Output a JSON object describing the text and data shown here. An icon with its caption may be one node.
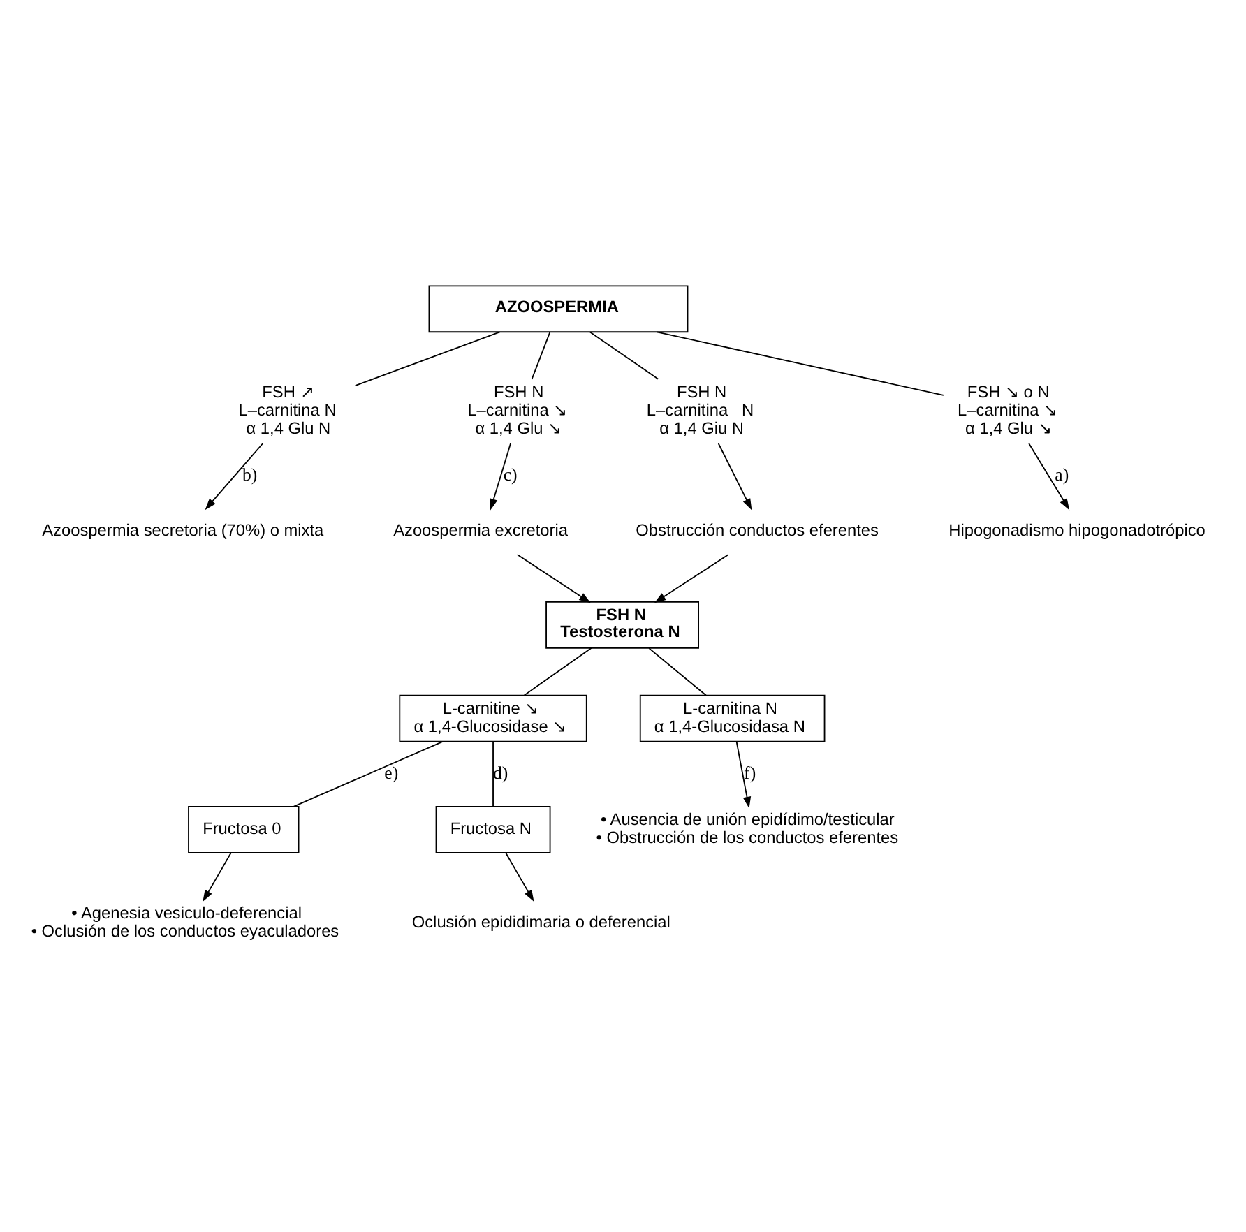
{
  "diagram": {
    "nodes": [
      {
        "text": [
          "AZOOSPERMIA"
        ]
      },
      {
        "text": [
          "FSH ↗",
          "L–carnitina N",
          "α 1,4 Glu N"
        ]
      },
      {
        "text": [
          "FSH N",
          "L–carnitina ↘",
          "α 1,4 Glu ↘"
        ]
      },
      {
        "text": [
          "FSH N",
          "L–carnitina   N",
          "α 1,4 Giu N"
        ]
      },
      {
        "text": [
          "FSH ↘ o N",
          "L–carnitina ↘",
          "α 1,4 Glu ↘"
        ]
      },
      {
        "text": [
          "Azoospermia secretoria (70%) o mixta"
        ]
      },
      {
        "text": [
          "Azoospermia excretoria"
        ]
      },
      {
        "text": [
          "Obstrucción conductos eferentes"
        ]
      },
      {
        "text": [
          "Hipogonadismo hipogonadotrópico"
        ]
      },
      {
        "text": [
          "FSH N",
          "Testosterona N"
        ]
      },
      {
        "text": [
          "L-carnitine ↘",
          "α 1,4-Glucosidase ↘"
        ]
      },
      {
        "text": [
          "L-carnitina N",
          "α 1,4-Glucosidasa N"
        ]
      },
      {
        "text": [
          "Fructosa 0"
        ]
      },
      {
        "text": [
          "Fructosa N"
        ]
      },
      {
        "text": [
          "• Agenesia vesiculo-deferencial",
          "• Oclusión de los conductos eyaculadores"
        ]
      },
      {
        "text": [
          "Oclusión epididimaria o deferencial"
        ]
      },
      {
        "text": [
          "• Ausencia de unión epidídimo/testicular",
          "• Obstrucción de los conductos eferentes"
        ]
      }
    ],
    "edges": [
      {
        "from": 0,
        "to": 1,
        "arrow": "none"
      },
      {
        "from": 0,
        "to": 2,
        "arrow": "none"
      },
      {
        "from": 0,
        "to": 3,
        "arrow": "none"
      },
      {
        "from": 0,
        "to": 4,
        "arrow": "none"
      },
      {
        "from": 1,
        "to": 5,
        "arrow": "to",
        "label": "b)"
      },
      {
        "from": 2,
        "to": 6,
        "arrow": "to",
        "label": "c)"
      },
      {
        "from": 3,
        "to": 7,
        "arrow": "to"
      },
      {
        "from": 4,
        "to": 8,
        "arrow": "to",
        "label": "a)"
      },
      {
        "from": 6,
        "to": 9,
        "arrow": "to"
      },
      {
        "from": 7,
        "to": 9,
        "arrow": "to"
      },
      {
        "from": 9,
        "to": 10,
        "arrow": "none"
      },
      {
        "from": 9,
        "to": 11,
        "arrow": "none"
      },
      {
        "from": 10,
        "to": 12,
        "arrow": "none",
        "label": "e)"
      },
      {
        "from": 10,
        "to": 13,
        "arrow": "none",
        "label": "d)"
      },
      {
        "from": 12,
        "to": 14,
        "arrow": "to"
      },
      {
        "from": 13,
        "to": 15,
        "arrow": "to"
      },
      {
        "from": 11,
        "to": 16,
        "arrow": "to",
        "label": "f)"
      }
    ]
  }
}
